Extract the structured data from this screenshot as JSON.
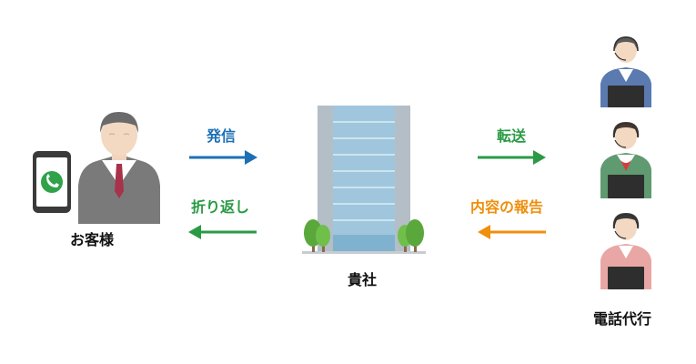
{
  "nodes": {
    "customer": "お客様",
    "company": "貴社",
    "operators": "電話代行"
  },
  "arrows": {
    "call": "発信",
    "callback": "折り返し",
    "transfer": "転送",
    "report": "内容の報告"
  },
  "colors": {
    "call": "#1c6fb5",
    "callback": "#2a9a45",
    "transfer": "#2a9a45",
    "report": "#ef8f0d"
  }
}
